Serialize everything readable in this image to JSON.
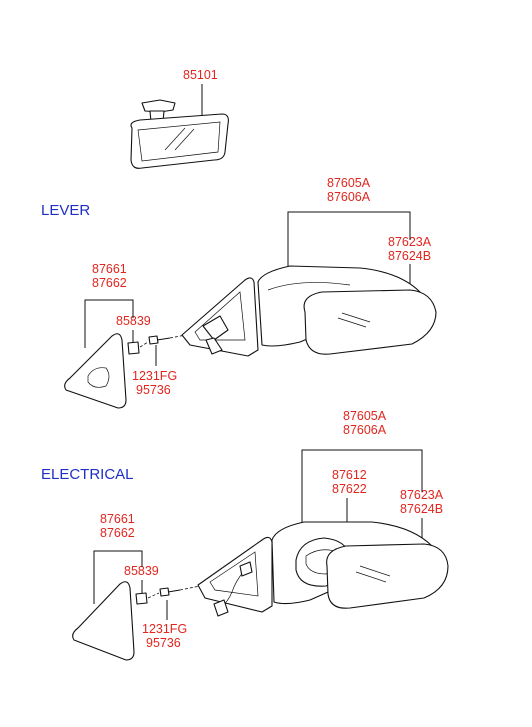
{
  "sections": {
    "lever": "LEVER",
    "electrical": "ELECTRICAL"
  },
  "rear_view_mirror": {
    "part_no": "85101"
  },
  "lever": {
    "mirror_assy_a": "87605A",
    "mirror_assy_b": "87606A",
    "glass_a": "87623A",
    "glass_b": "87624B",
    "cover_a": "87661",
    "cover_b": "87662",
    "clip": "85839",
    "screw_a": "1231FG",
    "screw_b": "95736"
  },
  "electrical": {
    "mirror_assy_a": "87605A",
    "mirror_assy_b": "87606A",
    "actuator_a": "87612",
    "actuator_b": "87622",
    "glass_a": "87623A",
    "glass_b": "87624B",
    "cover_a": "87661",
    "cover_b": "87662",
    "clip": "85839",
    "screw_a": "1231FG",
    "screw_b": "95736"
  },
  "colors": {
    "part_number": "#e0261e",
    "section_label": "#1f2fc4",
    "line_art": "#111111"
  }
}
